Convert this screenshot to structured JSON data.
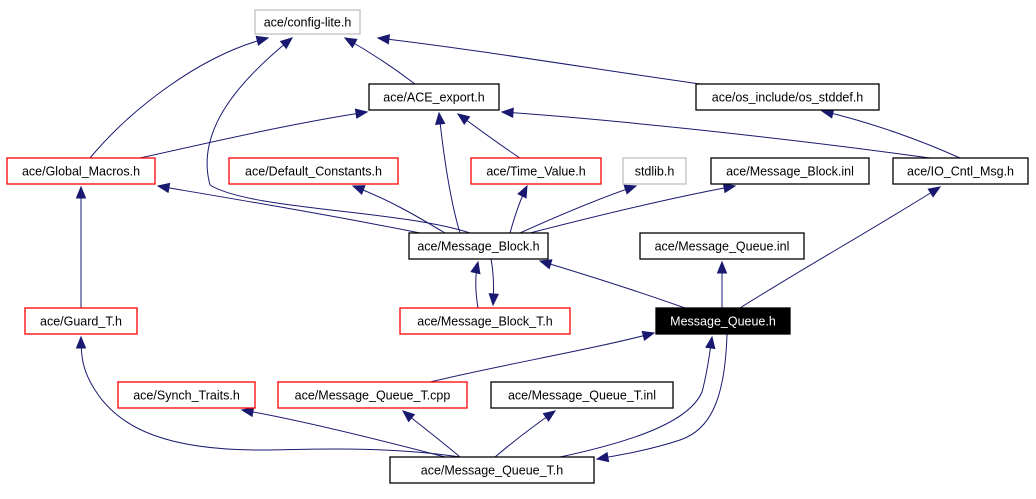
{
  "diagram": {
    "title": "Include dependency graph for Message_Queue.h",
    "colors": {
      "edge": "#191970",
      "node_border_normal": "#000000",
      "node_border_missing": "#bfbfbf",
      "node_border_truncated": "#ff0000",
      "node_fill_current": "#000000",
      "node_text_current": "#ffffff"
    },
    "nodes": [
      {
        "id": "config_lite",
        "label": "ace/config-lite.h",
        "style": "missing"
      },
      {
        "id": "ace_export",
        "label": "ace/ACE_export.h",
        "style": "normal"
      },
      {
        "id": "os_stddef",
        "label": "ace/os_include/os_stddef.h",
        "style": "normal"
      },
      {
        "id": "global_macros",
        "label": "ace/Global_Macros.h",
        "style": "truncated"
      },
      {
        "id": "default_constants",
        "label": "ace/Default_Constants.h",
        "style": "truncated"
      },
      {
        "id": "time_value",
        "label": "ace/Time_Value.h",
        "style": "truncated"
      },
      {
        "id": "stdlib",
        "label": "stdlib.h",
        "style": "missing"
      },
      {
        "id": "message_block_inl",
        "label": "ace/Message_Block.inl",
        "style": "normal"
      },
      {
        "id": "io_cntl_msg",
        "label": "ace/IO_Cntl_Msg.h",
        "style": "normal"
      },
      {
        "id": "message_block",
        "label": "ace/Message_Block.h",
        "style": "normal"
      },
      {
        "id": "message_queue_inl",
        "label": "ace/Message_Queue.inl",
        "style": "normal"
      },
      {
        "id": "guard_t",
        "label": "ace/Guard_T.h",
        "style": "truncated"
      },
      {
        "id": "message_block_t",
        "label": "ace/Message_Block_T.h",
        "style": "truncated"
      },
      {
        "id": "message_queue",
        "label": "Message_Queue.h",
        "style": "current"
      },
      {
        "id": "synch_traits",
        "label": "ace/Synch_Traits.h",
        "style": "truncated"
      },
      {
        "id": "message_queue_t_cpp",
        "label": "ace/Message_Queue_T.cpp",
        "style": "truncated"
      },
      {
        "id": "message_queue_t_inl",
        "label": "ace/Message_Queue_T.inl",
        "style": "normal"
      },
      {
        "id": "message_queue_t",
        "label": "ace/Message_Queue_T.h",
        "style": "normal"
      }
    ],
    "edges": [
      {
        "from": "global_macros",
        "to": "config_lite"
      },
      {
        "from": "message_block",
        "to": "config_lite"
      },
      {
        "from": "ace_export",
        "to": "config_lite"
      },
      {
        "from": "os_stddef",
        "to": "config_lite"
      },
      {
        "from": "global_macros",
        "to": "ace_export"
      },
      {
        "from": "message_block",
        "to": "ace_export"
      },
      {
        "from": "time_value",
        "to": "ace_export"
      },
      {
        "from": "io_cntl_msg",
        "to": "ace_export"
      },
      {
        "from": "io_cntl_msg",
        "to": "os_stddef"
      },
      {
        "from": "guard_t",
        "to": "global_macros"
      },
      {
        "from": "message_block",
        "to": "global_macros"
      },
      {
        "from": "message_block",
        "to": "default_constants"
      },
      {
        "from": "message_block",
        "to": "time_value"
      },
      {
        "from": "message_block",
        "to": "stdlib"
      },
      {
        "from": "message_block",
        "to": "message_block_inl"
      },
      {
        "from": "message_block_t",
        "to": "message_block"
      },
      {
        "from": "message_block",
        "to": "message_block_t"
      },
      {
        "from": "message_queue",
        "to": "message_block"
      },
      {
        "from": "message_queue",
        "to": "message_queue_inl"
      },
      {
        "from": "message_queue",
        "to": "io_cntl_msg"
      },
      {
        "from": "message_queue_t_cpp",
        "to": "message_queue"
      },
      {
        "from": "message_queue_t",
        "to": "message_queue"
      },
      {
        "from": "message_queue",
        "to": "message_queue_t"
      },
      {
        "from": "message_queue_t",
        "to": "guard_t"
      },
      {
        "from": "message_queue_t",
        "to": "synch_traits"
      },
      {
        "from": "message_queue_t",
        "to": "message_queue_t_cpp"
      },
      {
        "from": "message_queue_t",
        "to": "message_queue_t_inl"
      }
    ]
  }
}
